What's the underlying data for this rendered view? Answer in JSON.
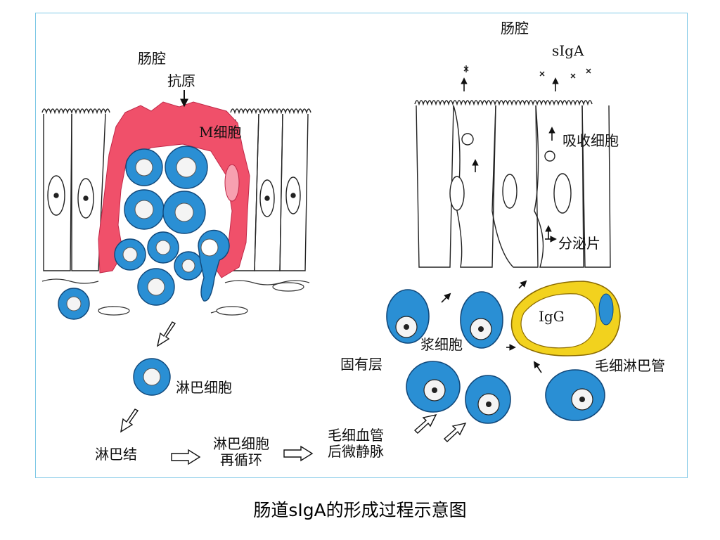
{
  "caption": "肠道sIgA的形成过程示意图",
  "left_panel": {
    "lumen": "肠腔",
    "antigen": "抗原",
    "m_cell": "M细胞",
    "lymphocyte": "淋巴细胞",
    "lymph_node": "淋巴结",
    "recirculation_line1": "淋巴细胞",
    "recirculation_line2": "再循环",
    "venule_line1": "毛细血管",
    "venule_line2": "后微静脉"
  },
  "right_panel": {
    "lumen": "肠腔",
    "siga": "sIgA",
    "absorptive_cell": "吸收细胞",
    "secretory_piece": "分泌片",
    "igg": "IgG",
    "plasma_cell": "浆细胞",
    "lamina_propria": "固有层",
    "lymph_capillary": "毛细淋巴管"
  },
  "colors": {
    "m_cell_red": "#f0506a",
    "cell_blue": "#2a8fd4",
    "lymph_yellow": "#f2d21e",
    "frame": "#7fc8e6"
  }
}
